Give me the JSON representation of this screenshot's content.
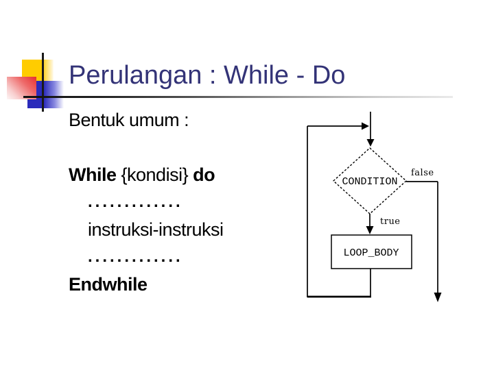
{
  "slide": {
    "title": "Perulangan : While - Do",
    "title_color": "#333377",
    "background_color": "#ffffff",
    "decoration_colors": {
      "yellow_square": "#ffcc00",
      "red_square": "#e63030",
      "blue_square": "#2b2bbb",
      "crosshair": "#1a1a1a"
    }
  },
  "body": {
    "intro_line": "Bentuk umum :",
    "while_keyword": "While",
    "while_condition": " {kondisi} ",
    "do_keyword": "do",
    "dots_line_1": ".............",
    "instructions_line": "instruksi-instruksi",
    "dots_line_2": ".............",
    "endwhile_keyword": "Endwhile"
  },
  "flowchart": {
    "condition_label": "CONDITION",
    "loop_body_label": "LOOP_BODY",
    "true_label": "true",
    "false_label": "false"
  }
}
